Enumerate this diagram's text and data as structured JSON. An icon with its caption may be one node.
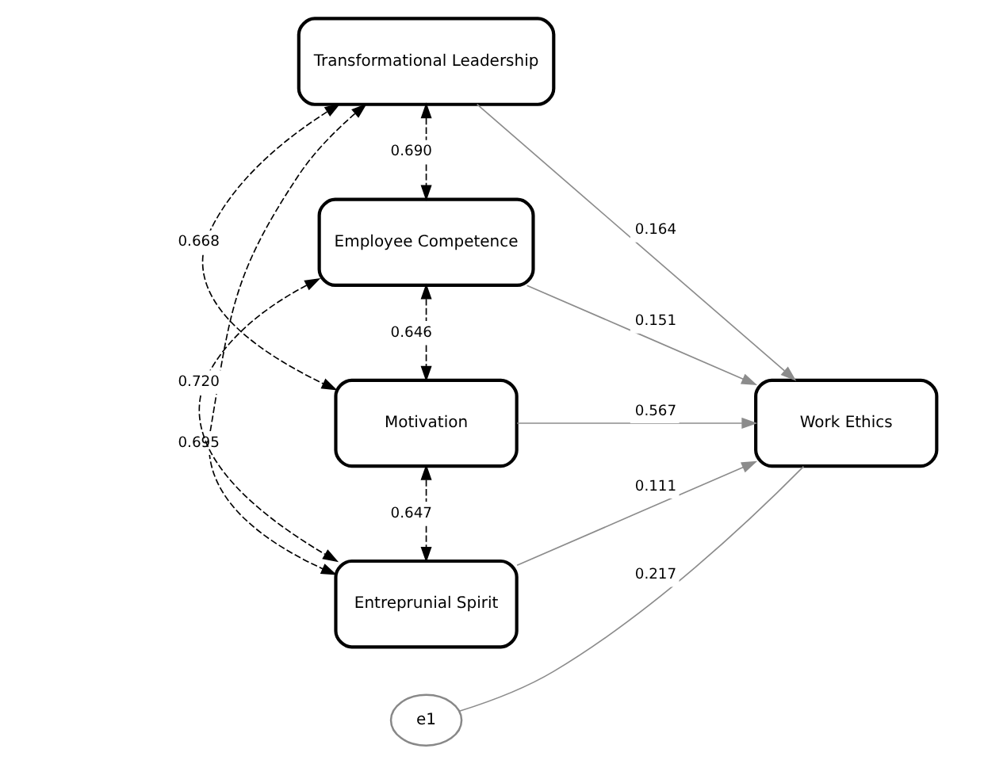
{
  "diagram": {
    "nodes": [
      {
        "text": [
          "Transformational Leadership"
        ]
      },
      {
        "text": [
          "Employee Competence"
        ]
      },
      {
        "text": [
          "Motivation"
        ]
      },
      {
        "text": [
          "Entreprunial Spirit"
        ]
      },
      {
        "text": [
          "Work Ethics"
        ]
      },
      {
        "text": [
          "e1"
        ]
      }
    ],
    "edges": [
      {
        "from": 0,
        "to": 1,
        "arrow": "both",
        "label": "0.690",
        "style": "dashed"
      },
      {
        "from": 0,
        "to": 2,
        "arrow": "both",
        "label": "0.668",
        "style": "dashed"
      },
      {
        "from": 0,
        "to": 3,
        "arrow": "both",
        "label": "0.695",
        "style": "dashed"
      },
      {
        "from": 1,
        "to": 2,
        "arrow": "both",
        "label": "0.646",
        "style": "dashed"
      },
      {
        "from": 1,
        "to": 3,
        "arrow": "both",
        "label": "0.720",
        "style": "dashed"
      },
      {
        "from": 2,
        "to": 3,
        "arrow": "both",
        "label": "0.647",
        "style": "dashed"
      },
      {
        "from": 0,
        "to": 4,
        "arrow": "to",
        "label": "0.164",
        "color": "#8c8c8c"
      },
      {
        "from": 1,
        "to": 4,
        "arrow": "to",
        "label": "0.151",
        "color": "#8c8c8c"
      },
      {
        "from": 2,
        "to": 4,
        "arrow": "to",
        "label": "0.567",
        "color": "#8c8c8c"
      },
      {
        "from": 3,
        "to": 4,
        "arrow": "to",
        "label": "0.111",
        "color": "#8c8c8c"
      },
      {
        "from": 5,
        "to": 4,
        "arrow": "none",
        "label": "0.217",
        "color": "#8c8c8c"
      }
    ]
  }
}
